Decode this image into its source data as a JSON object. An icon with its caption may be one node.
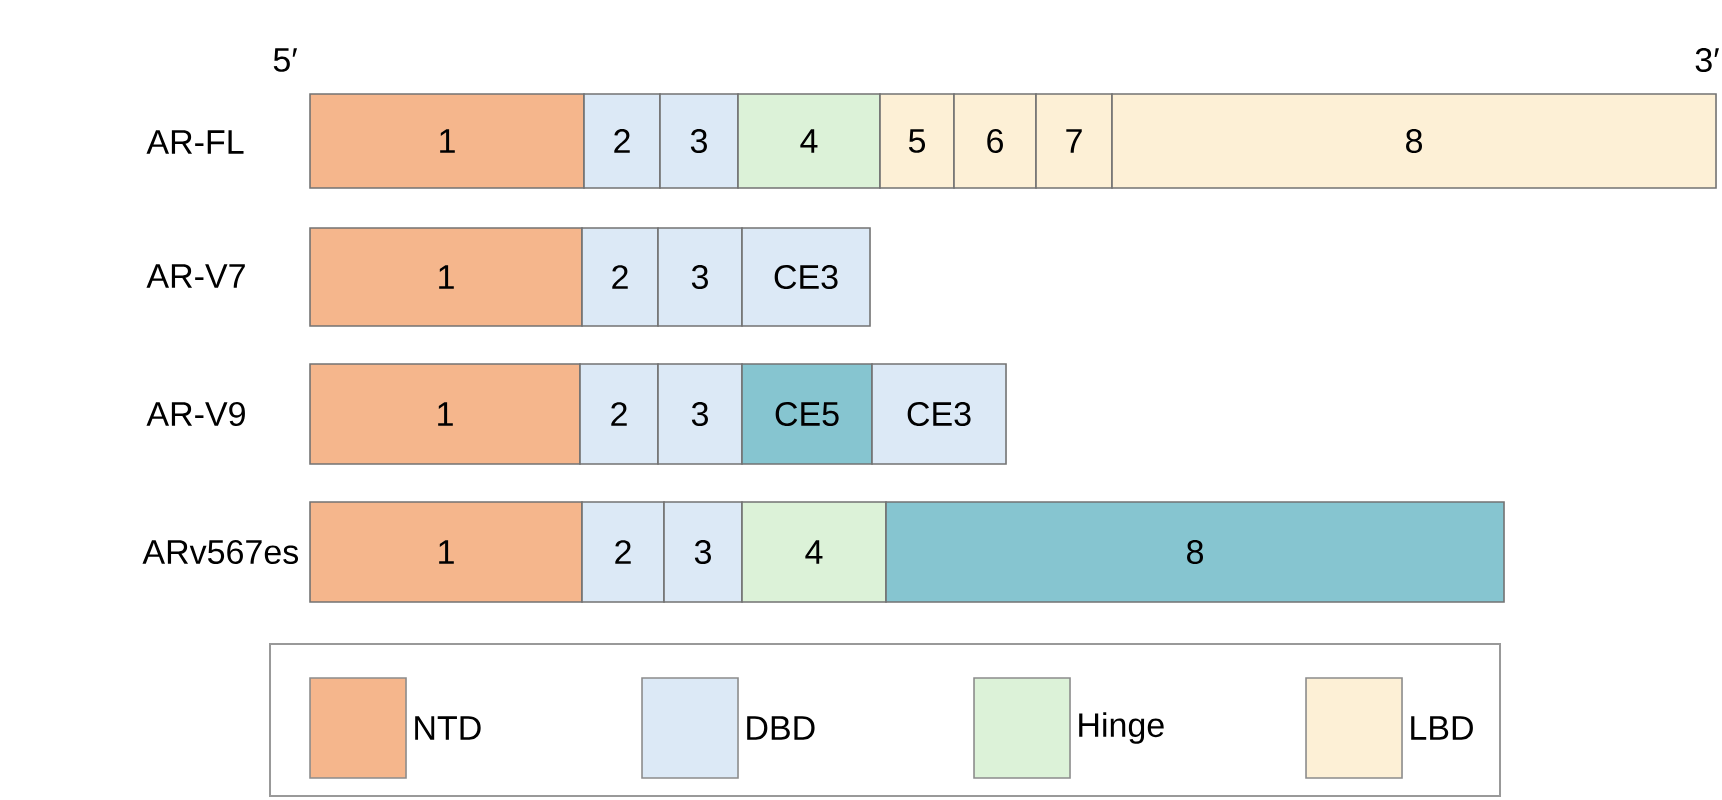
{
  "diagram": {
    "nodes": [
      {
        "text": [
          "1"
        ]
      },
      {
        "text": [
          "2"
        ]
      },
      {
        "text": [
          "3"
        ]
      },
      {
        "text": [
          "4"
        ]
      },
      {
        "text": [
          "5"
        ]
      },
      {
        "text": [
          "6"
        ]
      },
      {
        "text": [
          "7"
        ]
      },
      {
        "text": [
          "8"
        ]
      },
      {
        "text": [
          "1"
        ]
      },
      {
        "text": [
          "2"
        ]
      },
      {
        "text": [
          "3"
        ]
      },
      {
        "text": [
          "CE3"
        ]
      },
      {
        "text": [
          "1"
        ]
      },
      {
        "text": [
          "2"
        ]
      },
      {
        "text": [
          "3"
        ]
      },
      {
        "text": [
          "CE5"
        ]
      },
      {
        "text": [
          "CE3"
        ]
      },
      {
        "text": [
          "1"
        ]
      },
      {
        "text": [
          "2"
        ]
      },
      {
        "text": [
          "3"
        ]
      },
      {
        "text": [
          "4"
        ]
      },
      {
        "text": [
          "8"
        ]
      }
    ],
    "edges": [],
    "labels": [
      "5′",
      "3′",
      "AR-FL",
      "AR-V7",
      "AR-V9",
      "ARv567es"
    ],
    "legend": [
      {
        "text": "NTD",
        "color": "#f5b68c"
      },
      {
        "text": "DBD",
        "color": "#dce9f6"
      },
      {
        "text": "Hinge",
        "color": "#dcf2d8"
      },
      {
        "text": "LBD",
        "color": "#fdf0d6"
      }
    ]
  }
}
